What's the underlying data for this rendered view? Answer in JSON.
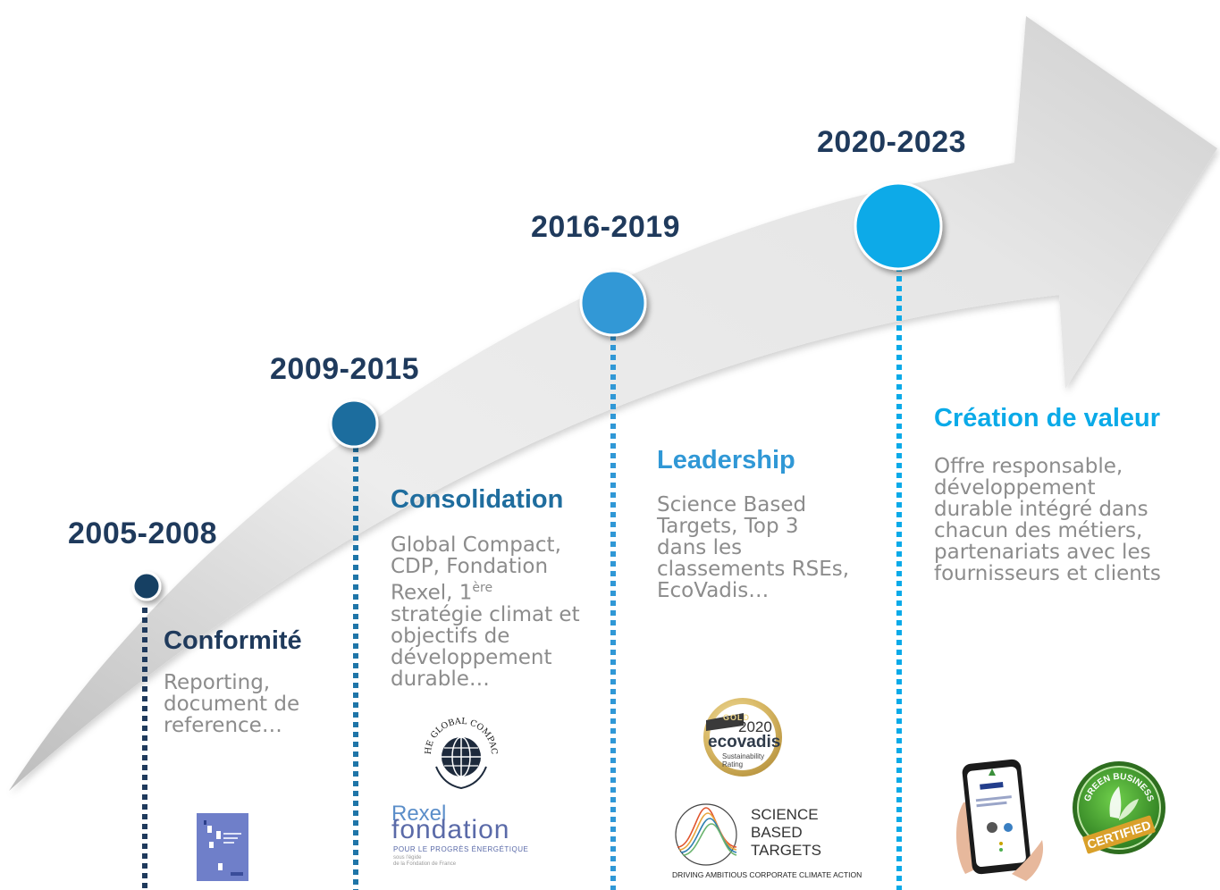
{
  "colors": {
    "dark_navy": "#1f3a5c",
    "navy_circle": "#153f63",
    "mid_blue": "#1f75a8",
    "blue": "#3098d6",
    "cyan": "#0aaae8",
    "desc_gray": "#8c8c8c",
    "arrow_light": "#f2f2f2",
    "arrow_dark": "#cfcfcf"
  },
  "milestones": [
    {
      "year": "2005-2008",
      "heading": "Conformité",
      "desc_lines": [
        "Reporting,",
        "document de",
        "reference…"
      ]
    },
    {
      "year": "2009-2015",
      "heading": "Consolidation",
      "desc_lines": [
        "Global Compact,",
        "CDP, Fondation",
        "Rexel, 1"
      ],
      "desc_sup": "ère",
      "desc_lines_after": [
        "stratégie climat et",
        "objectifs de",
        "développement",
        "durable…"
      ]
    },
    {
      "year": "2016-2019",
      "heading": "Leadership",
      "desc_lines": [
        "Science Based",
        "Targets, Top 3",
        "dans les",
        "classements RSEs,",
        "EcoVadis…"
      ]
    },
    {
      "year": "2020-2023",
      "heading": "Création de valeur",
      "desc_lines": [
        "Offre responsable,",
        "développement",
        "durable intégré dans",
        "chacun des métiers,",
        "partenariats avec les",
        "fournisseurs et clients"
      ]
    }
  ],
  "logos": {
    "global_compact": "THE GLOBAL COMPACT",
    "rexel_top": "Rexel",
    "rexel_fondation": "fondation",
    "rexel_tagline": "POUR LE PROGRÈS ÉNERGÉTIQUE",
    "rexel_small_1": "sous l'égide",
    "rexel_small_2": "de la Fondation de France",
    "ecovadis_badge": "GOLD",
    "ecovadis_year": "2020",
    "ecovadis_brand": "ecovadis",
    "ecovadis_sub1": "Sustainability",
    "ecovadis_sub2": "Rating",
    "sbt_line1": "SCIENCE",
    "sbt_line2": "BASED",
    "sbt_line3": "TARGETS",
    "sbt_tagline": "DRIVING AMBITIOUS CORPORATE CLIMATE ACTION",
    "green_business_top": "GREEN BUSINESS",
    "green_business_bottom": "CERTIFIED"
  }
}
